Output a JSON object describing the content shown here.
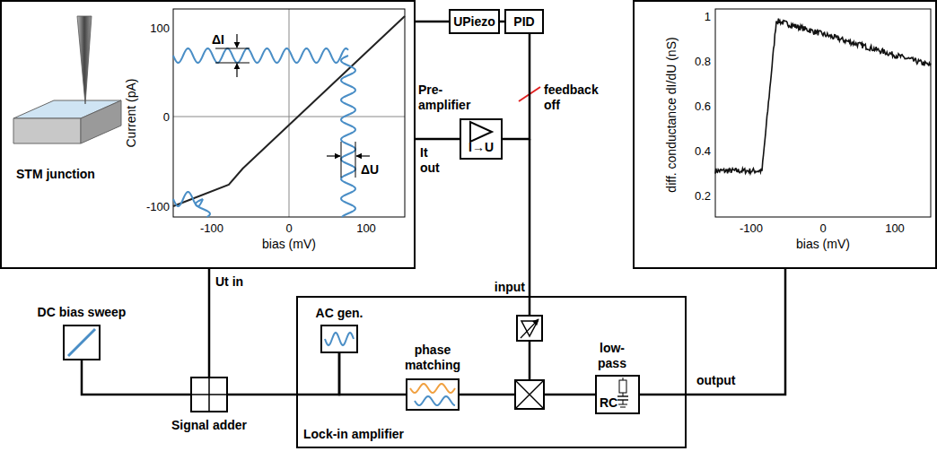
{
  "diagram": {
    "nodes": [
      {
        "text": [
          "STM junction"
        ]
      },
      {
        "text": [
          "UPiezo"
        ]
      },
      {
        "text": [
          "PID"
        ]
      },
      {
        "text": [
          "Pre-amplifier",
          "I→U"
        ]
      },
      {
        "text": [
          "diff. conductance dI/dU (nS)",
          "bias (mV)"
        ]
      },
      {
        "text": [
          "DC bias sweep"
        ]
      },
      {
        "text": [
          "Signal adder"
        ]
      },
      {
        "text": [
          "Lock-in amplifier"
        ]
      },
      {
        "text": [
          "AC gen."
        ],
        "in": 7
      },
      {
        "text": [
          "phase matching"
        ],
        "in": 7
      },
      {
        "text": [
          "low-pass",
          "RC"
        ],
        "in": 7
      }
    ],
    "edges": [
      {
        "from": 0,
        "to": 3,
        "arrow": "none"
      },
      {
        "from": 0,
        "to": 1,
        "arrow": "none"
      },
      {
        "from": 1,
        "to": 2,
        "arrow": "none"
      },
      {
        "from": 3,
        "to": 2,
        "arrow": "none"
      },
      {
        "from": 5,
        "to": 6,
        "arrow": "none"
      },
      {
        "from": 6,
        "to": 0,
        "arrow": "none"
      },
      {
        "from": 8,
        "to": 6,
        "arrow": "none"
      },
      {
        "from": 8,
        "to": 9,
        "arrow": "none"
      },
      {
        "from": 10,
        "to": 4,
        "arrow": "none"
      }
    ],
    "labels": [
      "Current (pA)",
      "100",
      "0",
      "-100",
      "-100",
      "0",
      "100",
      "bias (mV)",
      "ΔI",
      "ΔU",
      "It out",
      "Ut in",
      "feedback off",
      "input",
      "output",
      "1",
      "0.8",
      "0.6",
      "0.4",
      "0.2",
      "-100",
      "0",
      "100"
    ]
  }
}
